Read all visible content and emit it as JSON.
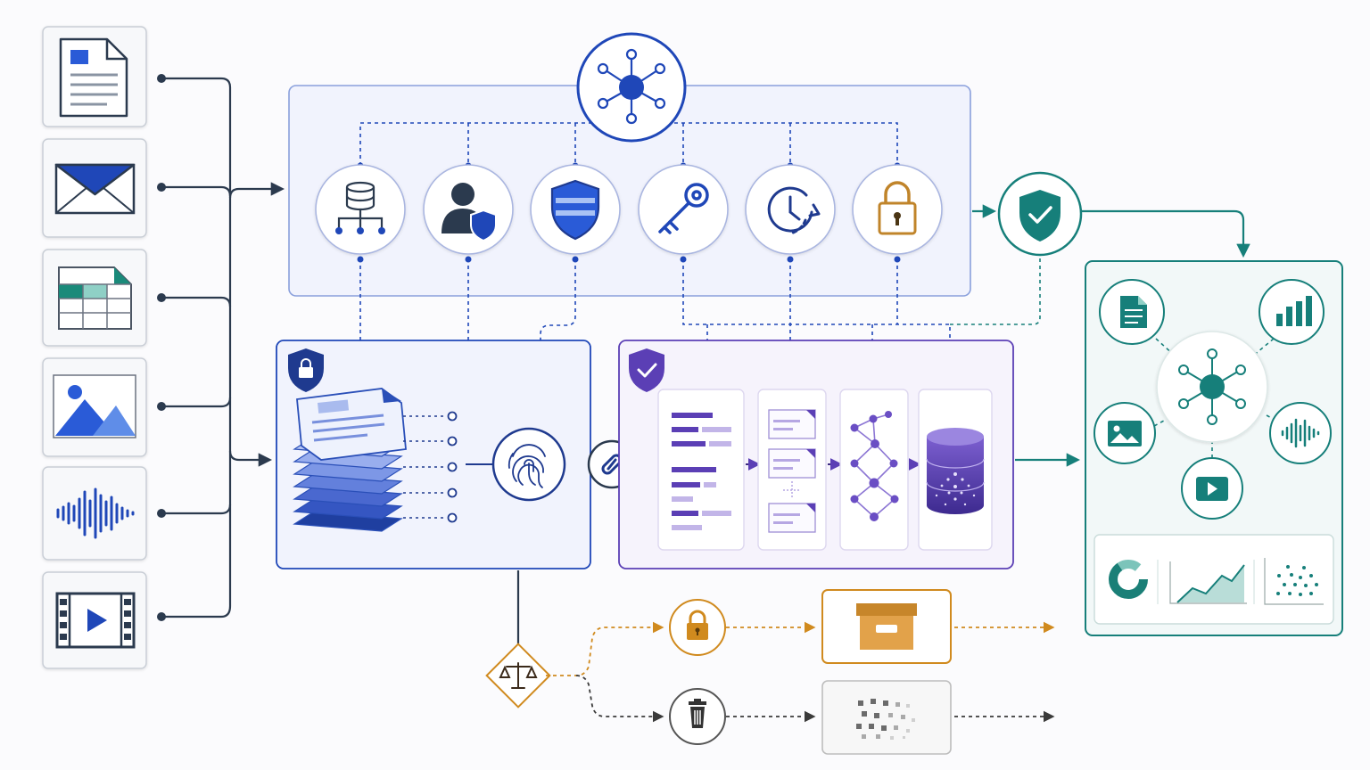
{
  "colors": {
    "blue": "#1f47b8",
    "blue_light": "#3d6fe0",
    "navy": "#2b3a4e",
    "purple": "#5b3fb5",
    "teal": "#167f7a",
    "amber": "#d08a1e",
    "gray": "#3a3a3a",
    "panel_blue_fill": "#f1f3fd",
    "panel_purple_fill": "#f6f3fc",
    "panel_teal_fill": "#f2f8f8"
  },
  "sources": [
    {
      "id": "document",
      "icon": "document-icon"
    },
    {
      "id": "email",
      "icon": "envelope-icon"
    },
    {
      "id": "spreadsheet",
      "icon": "spreadsheet-icon"
    },
    {
      "id": "image",
      "icon": "image-icon"
    },
    {
      "id": "audio",
      "icon": "audio-waveform-icon"
    },
    {
      "id": "video",
      "icon": "video-film-icon"
    }
  ],
  "governance_hub": {
    "icon": "network-hub-icon"
  },
  "governance_controls": [
    {
      "id": "data-hierarchy",
      "icon": "database-hierarchy-icon"
    },
    {
      "id": "user-protection",
      "icon": "user-shield-icon"
    },
    {
      "id": "security",
      "icon": "shield-icon"
    },
    {
      "id": "access-key",
      "icon": "key-icon"
    },
    {
      "id": "retention-time",
      "icon": "clock-icon"
    },
    {
      "id": "encryption-lock",
      "icon": "padlock-icon"
    }
  ],
  "verified_gate": {
    "icon": "shield-check-icon"
  },
  "ingestion_panel": {
    "badge_icon": "shield-lock-icon",
    "fingerprint_icon": "fingerprint-icon",
    "link_icon": "link-icon"
  },
  "processing_panel": {
    "badge_icon": "shield-check-icon",
    "stages": [
      "text-extraction",
      "chunking",
      "knowledge-graph",
      "vector-store"
    ]
  },
  "outputs": {
    "hub_icon": "network-hub-icon",
    "satellites": [
      "document-icon",
      "bar-chart-icon",
      "image-icon",
      "audio-waveform-icon",
      "play-button-icon"
    ],
    "dashboard": [
      "donut-chart-icon",
      "area-chart-icon",
      "dot-matrix-icon"
    ]
  },
  "lifecycle": {
    "decision_icon": "scales-icon",
    "archive_path": [
      "padlock-icon",
      "archive-box-icon"
    ],
    "deletion_path": [
      "trash-icon",
      "dissolving-data-icon"
    ]
  }
}
